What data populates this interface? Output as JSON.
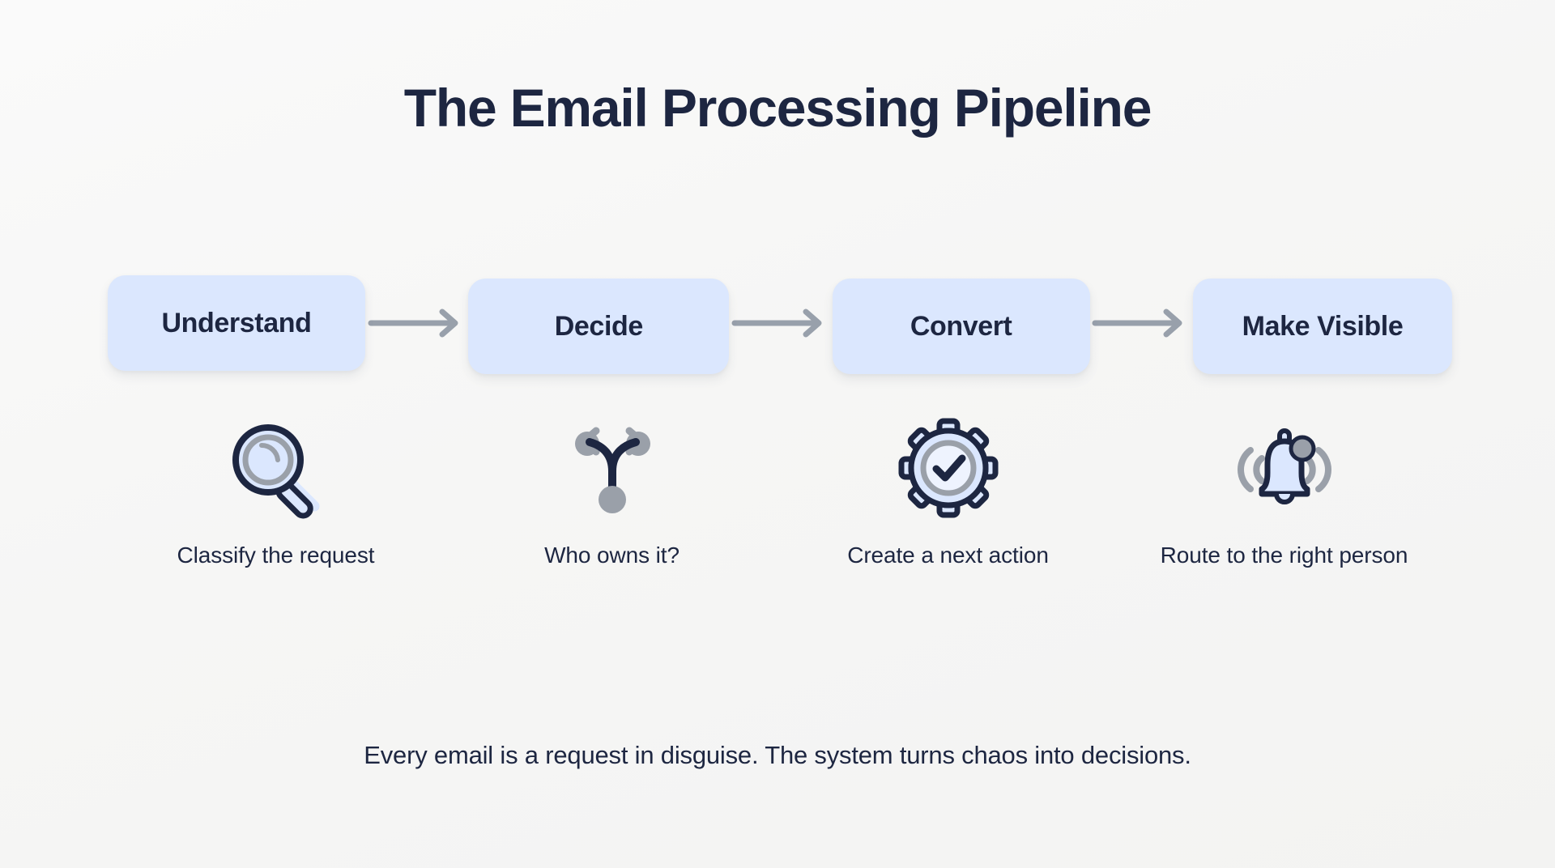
{
  "page": {
    "title": "The Email Processing Pipeline",
    "footnote": "Every email is a request in disguise. The system turns chaos into decisions.",
    "background_color": "#f6f6f5",
    "accent_box_color": "#dbe7fe",
    "text_color": "#1d2641",
    "arrow_color": "#98a0ab",
    "icon_gray": "#9aa0a9",
    "icon_fill": "#dbe7fe"
  },
  "pipeline": {
    "stages": [
      {
        "label": "Understand",
        "caption": "Classify the request",
        "icon": "magnifier-icon"
      },
      {
        "label": "Decide",
        "caption": "Who owns it?",
        "icon": "branch-fork-icon"
      },
      {
        "label": "Convert",
        "caption": "Create a next action",
        "icon": "gear-check-icon"
      },
      {
        "label": "Make Visible",
        "caption": "Route to the right person",
        "icon": "bell-notification-icon"
      }
    ],
    "connector_count": 3,
    "connector_icon": "arrow-right-icon"
  }
}
